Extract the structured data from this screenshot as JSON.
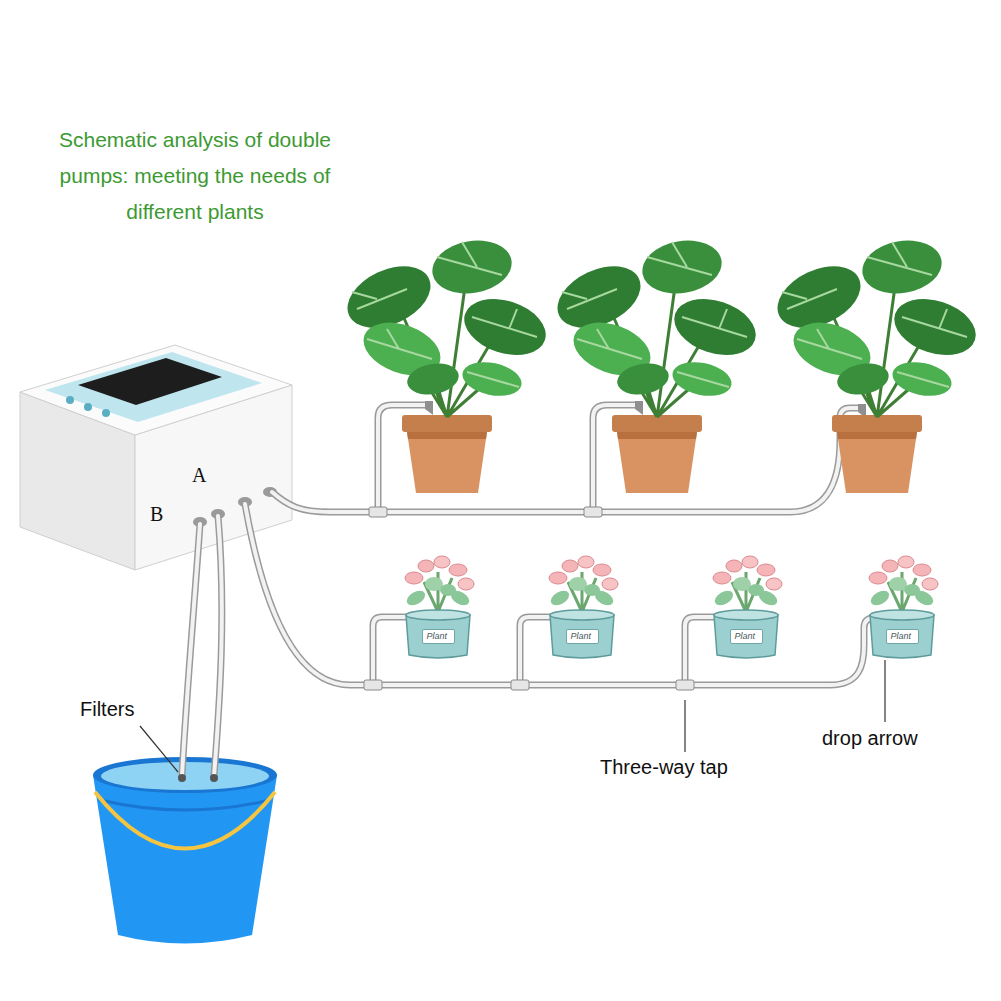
{
  "diagram": {
    "title": "Schematic analysis of double pumps: meeting the needs of different plants",
    "nodes": [
      {
        "text": [
          "Plant"
        ]
      },
      {
        "text": [
          "Plant"
        ]
      },
      {
        "text": [
          "Plant"
        ]
      },
      {
        "text": [
          "Plant"
        ]
      }
    ],
    "labels": [
      "A",
      "B",
      "Filters",
      "Three-way tap",
      "drop arrow"
    ]
  }
}
